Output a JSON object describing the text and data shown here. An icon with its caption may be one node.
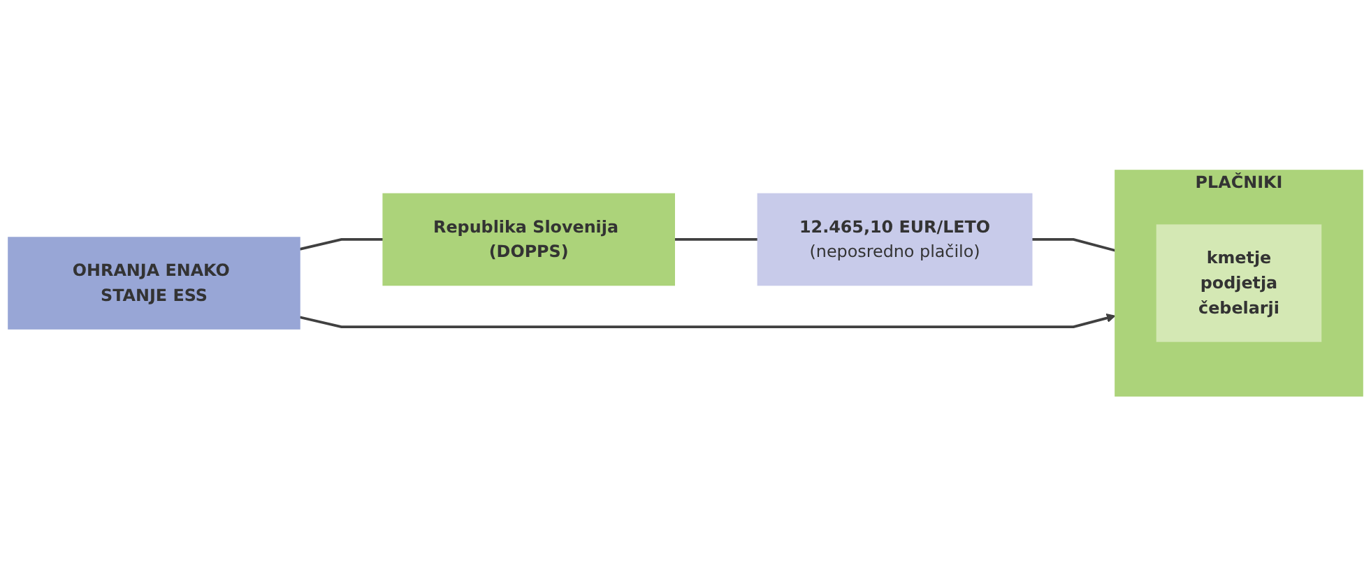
{
  "diagram": {
    "nodes": [
      {
        "text": [
          "PLAČNIKI"
        ]
      },
      {
        "text": [
          "kmetje",
          "podjetja",
          "čebelarji"
        ],
        "in": 0
      },
      {
        "text": [
          "OHRANJA ENAKO STANJE ESS"
        ]
      },
      {
        "text": [
          "Republika Slovenija (DOPPS)"
        ]
      },
      {
        "text": [
          "12.465,10 EUR/LETO",
          "(neposredno plačilo)"
        ]
      }
    ],
    "edges": [
      {
        "from": 3,
        "to": 2,
        "arrow": "none"
      },
      {
        "from": 2,
        "to": 0,
        "arrow": "to"
      },
      {
        "from": 0,
        "to": 4,
        "arrow": "none"
      },
      {
        "from": 4,
        "to": 3,
        "arrow": "none"
      }
    ]
  }
}
